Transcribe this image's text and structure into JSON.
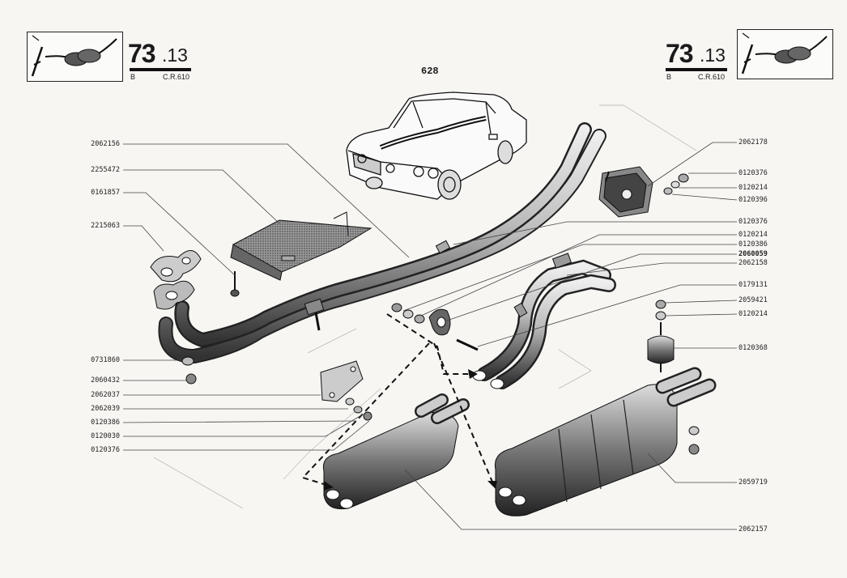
{
  "header": {
    "section_main": "73",
    "section_sub": ".13",
    "group_letter": "B",
    "model_code": "C.R.610",
    "page_number": "628"
  },
  "labels_left": [
    "2062156",
    "2255472",
    "0161857",
    "2215063",
    "0731860",
    "2060432",
    "2062037",
    "2062039",
    "0120386",
    "0120030",
    "0120376"
  ],
  "labels_right": [
    "2062178",
    "0120376",
    "0120214",
    "0120396",
    "0120376",
    "0120214",
    "0120386",
    "2060059",
    "2062158",
    "0179131",
    "2059421",
    "0120214",
    "0120368",
    "2059719",
    "2062157"
  ],
  "icons": {
    "thumbnail_left": "exhaust-muffler-thumbnail-icon",
    "thumbnail_right": "exhaust-muffler-thumbnail-icon",
    "car": "car-silhouette-icon"
  }
}
